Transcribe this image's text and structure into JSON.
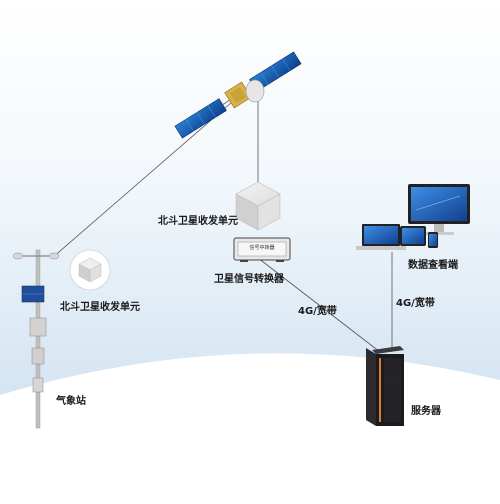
{
  "labels": {
    "satellite_unit": "北斗卫星收发单元",
    "station_unit": "北斗卫星收发单元",
    "converter": "卫星信号转换器",
    "converter_panel": "信号中转器",
    "link_left": "4G/宽带",
    "link_right": "4G/宽带",
    "viewer": "数据查看端",
    "server": "服务器",
    "weather_station": "气象站"
  },
  "colors": {
    "sky_top": "#ffffff",
    "sky_bottom": "#c8dcee",
    "ground": "#ffffff",
    "line": "#555555",
    "server_body": "#1b1b1f",
    "server_accent": "#e07b2d",
    "screen_blue": "#1e5fc0"
  }
}
